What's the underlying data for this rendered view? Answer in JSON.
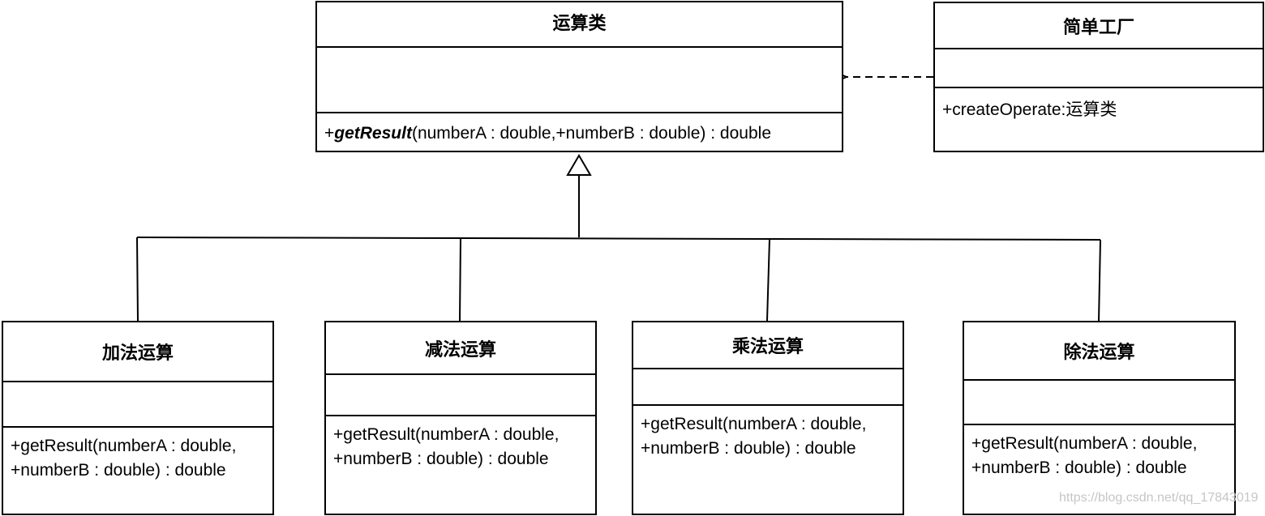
{
  "abstract_class": {
    "name": "运算类",
    "attributes": [],
    "operation": {
      "prefix": "+",
      "method": "getResult",
      "params": "(numberA : double,+numberB : double) : double"
    }
  },
  "factory": {
    "name": "简单工厂",
    "attributes": [],
    "operation": "+createOperate:运算类"
  },
  "subclasses": [
    {
      "name": "加法运算",
      "op_line1": "+getResult(numberA : double,",
      "op_line2": "+numberB : double) : double"
    },
    {
      "name": "减法运算",
      "op_line1": "+getResult(numberA : double,",
      "op_line2": "+numberB : double) : double"
    },
    {
      "name": "乘法运算",
      "op_line1": "+getResult(numberA : double,",
      "op_line2": "+numberB : double) : double"
    },
    {
      "name": "除法运算",
      "op_line1": "+getResult(numberA : double,",
      "op_line2": "+numberB : double) : double"
    }
  ],
  "relationships": [
    {
      "type": "dependency",
      "from": "简单工厂",
      "to": "运算类"
    },
    {
      "type": "generalization",
      "from": "加法运算",
      "to": "运算类"
    },
    {
      "type": "generalization",
      "from": "减法运算",
      "to": "运算类"
    },
    {
      "type": "generalization",
      "from": "乘法运算",
      "to": "运算类"
    },
    {
      "type": "generalization",
      "from": "除法运算",
      "to": "运算类"
    }
  ],
  "watermark": "https://blog.csdn.net/qq_17843019"
}
